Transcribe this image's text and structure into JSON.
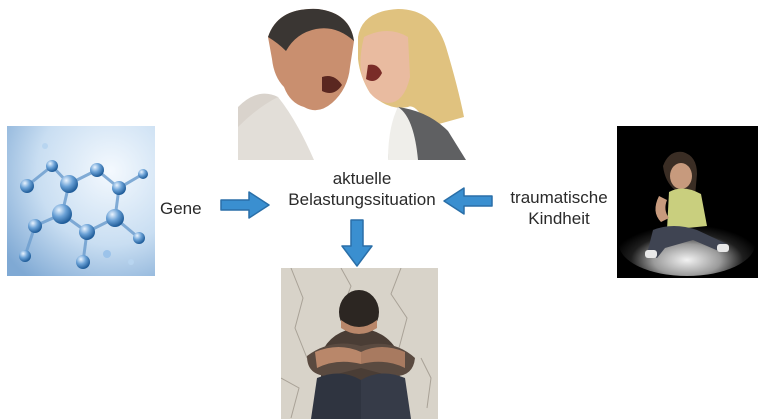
{
  "labels": {
    "gene": "Gene",
    "center_line1": "aktuelle",
    "center_line2": "Belastungssituation",
    "trauma_line1": "traumatische",
    "trauma_line2": "Kindheit"
  },
  "colors": {
    "arrow_fill": "#3a8fd0",
    "arrow_stroke": "#2a6fa8",
    "text": "#2a2a2a"
  },
  "icons": {
    "left_image": "molecule-photo",
    "top_image": "arguing-couple-photo",
    "right_image": "sad-child-photo",
    "bottom_image": "depressed-man-photo"
  }
}
